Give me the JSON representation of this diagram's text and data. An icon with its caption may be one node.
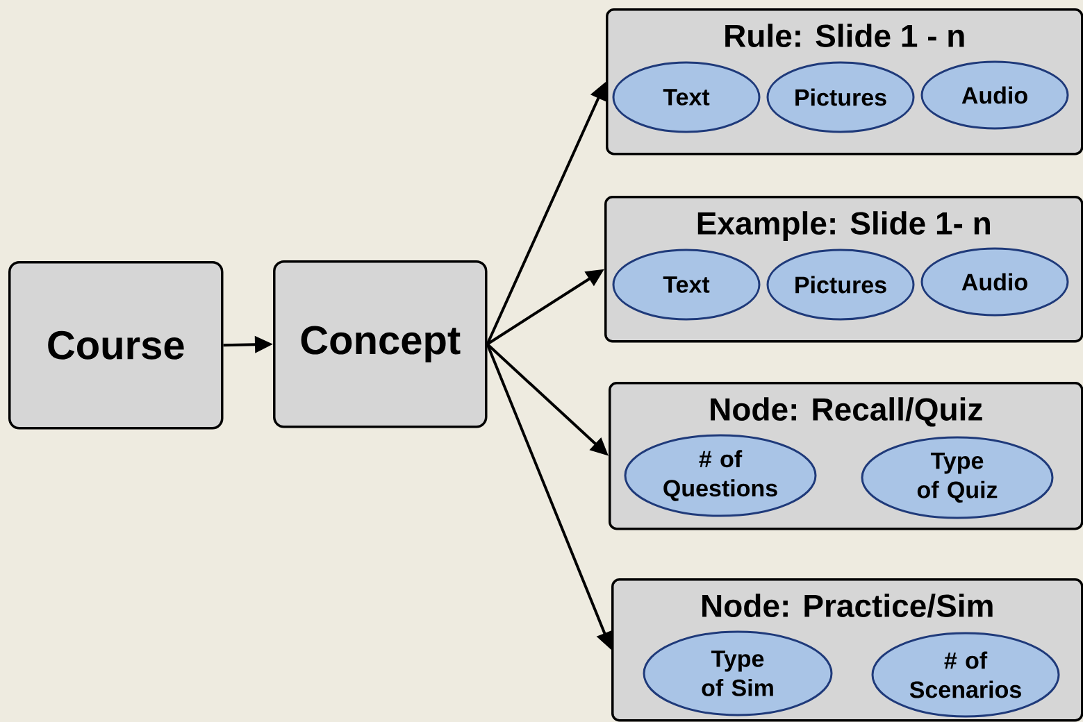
{
  "diagram": {
    "nodes": [
      {
        "text": [
          "Course"
        ]
      },
      {
        "text": [
          "Concept"
        ]
      },
      {
        "text": [
          "Rule: Slide 1 - n"
        ]
      },
      {
        "text": [
          "Text"
        ],
        "in": 2
      },
      {
        "text": [
          "Pictures"
        ],
        "in": 2
      },
      {
        "text": [
          "Audio"
        ],
        "in": 2
      },
      {
        "text": [
          "Example: Slide 1- n"
        ]
      },
      {
        "text": [
          "Text"
        ],
        "in": 6
      },
      {
        "text": [
          "Pictures"
        ],
        "in": 6
      },
      {
        "text": [
          "Audio"
        ],
        "in": 6
      },
      {
        "text": [
          "Node: Recall/Quiz"
        ]
      },
      {
        "text": [
          "# of Questions"
        ],
        "in": 10
      },
      {
        "text": [
          "Type of Quiz"
        ],
        "in": 10
      },
      {
        "text": [
          "Node: Practice/Sim"
        ]
      },
      {
        "text": [
          "Type of Sim"
        ],
        "in": 13
      },
      {
        "text": [
          "# of Scenarios"
        ],
        "in": 13
      }
    ],
    "edges": [
      {
        "from": 0,
        "to": 1,
        "arrow": "to"
      },
      {
        "from": 1,
        "to": 2,
        "arrow": "to"
      },
      {
        "from": 1,
        "to": 6,
        "arrow": "to"
      },
      {
        "from": 1,
        "to": 10,
        "arrow": "to"
      },
      {
        "from": 1,
        "to": 13,
        "arrow": "to"
      }
    ]
  }
}
